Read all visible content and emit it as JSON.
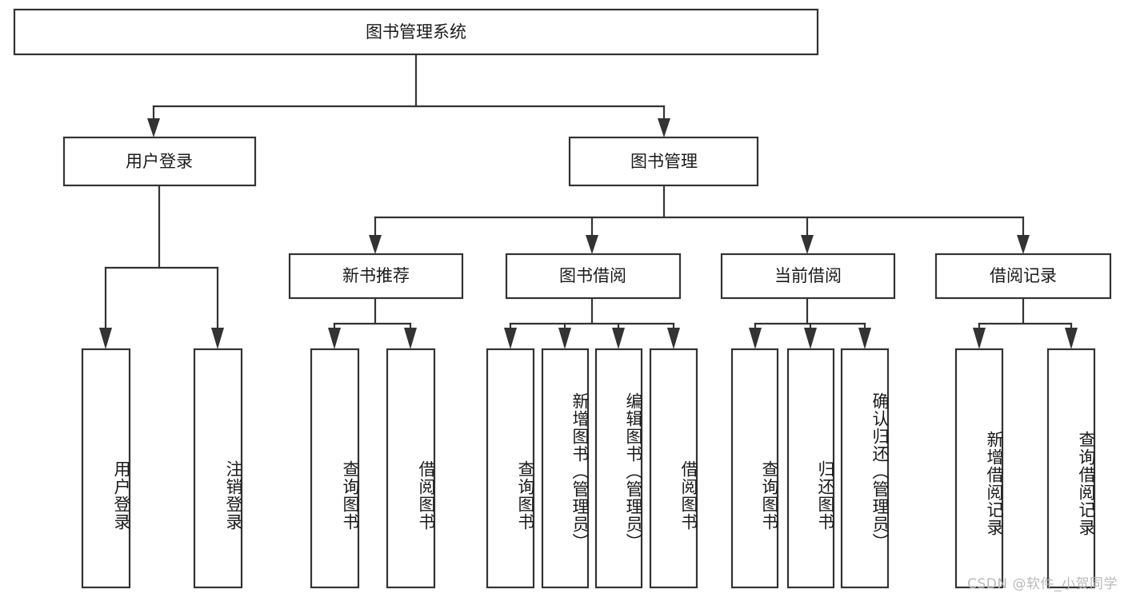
{
  "diagram": {
    "title": "图书管理系统",
    "type": "hierarchy-tree",
    "root": {
      "id": "root",
      "label": "图书管理系统",
      "orientation": "horizontal"
    },
    "level1": [
      {
        "id": "user-login",
        "label": "用户登录",
        "orientation": "horizontal"
      },
      {
        "id": "book-management",
        "label": "图书管理",
        "orientation": "horizontal"
      }
    ],
    "level2": [
      {
        "id": "new-book-recommend",
        "label": "新书推荐",
        "orientation": "horizontal",
        "parent": "book-management"
      },
      {
        "id": "book-borrow",
        "label": "图书借阅",
        "orientation": "horizontal",
        "parent": "book-management"
      },
      {
        "id": "current-borrow",
        "label": "当前借阅",
        "orientation": "horizontal",
        "parent": "book-management"
      },
      {
        "id": "borrow-record",
        "label": "借阅记录",
        "orientation": "horizontal",
        "parent": "book-management"
      }
    ],
    "leaves": [
      {
        "id": "leaf-user-login",
        "label": "用户登录",
        "orientation": "vertical",
        "parent": "user-login"
      },
      {
        "id": "leaf-logout",
        "label": "注销登录",
        "orientation": "vertical",
        "parent": "user-login"
      },
      {
        "id": "leaf-query-book-1",
        "label": "查询图书",
        "orientation": "vertical",
        "parent": "new-book-recommend"
      },
      {
        "id": "leaf-borrow-book-1",
        "label": "借阅图书",
        "orientation": "vertical",
        "parent": "new-book-recommend"
      },
      {
        "id": "leaf-query-book-2",
        "label": "查询图书",
        "orientation": "vertical",
        "parent": "book-borrow"
      },
      {
        "id": "leaf-add-book",
        "label": "新增图书（管理员）",
        "orientation": "vertical",
        "parent": "book-borrow"
      },
      {
        "id": "leaf-edit-book",
        "label": "编辑图书（管理员）",
        "orientation": "vertical",
        "parent": "book-borrow"
      },
      {
        "id": "leaf-borrow-book-2",
        "label": "借阅图书",
        "orientation": "vertical",
        "parent": "book-borrow"
      },
      {
        "id": "leaf-query-book-3",
        "label": "查询图书",
        "orientation": "vertical",
        "parent": "current-borrow"
      },
      {
        "id": "leaf-return-book",
        "label": "归还图书",
        "orientation": "vertical",
        "parent": "current-borrow"
      },
      {
        "id": "leaf-confirm-return",
        "label": "确认归还（管理员）",
        "orientation": "vertical",
        "parent": "current-borrow"
      },
      {
        "id": "leaf-add-record",
        "label": "新增借阅记录",
        "orientation": "vertical",
        "parent": "borrow-record"
      },
      {
        "id": "leaf-query-record",
        "label": "查询借阅记录",
        "orientation": "vertical",
        "parent": "borrow-record"
      }
    ],
    "colors": {
      "box_stroke": "#333333",
      "box_fill": "#ffffff",
      "text": "#1a1a1a",
      "connector": "#333333",
      "watermark": "#b9b9b9",
      "background": "#ffffff"
    }
  },
  "watermark": {
    "text": "CSDN @软件_小贺同学"
  }
}
